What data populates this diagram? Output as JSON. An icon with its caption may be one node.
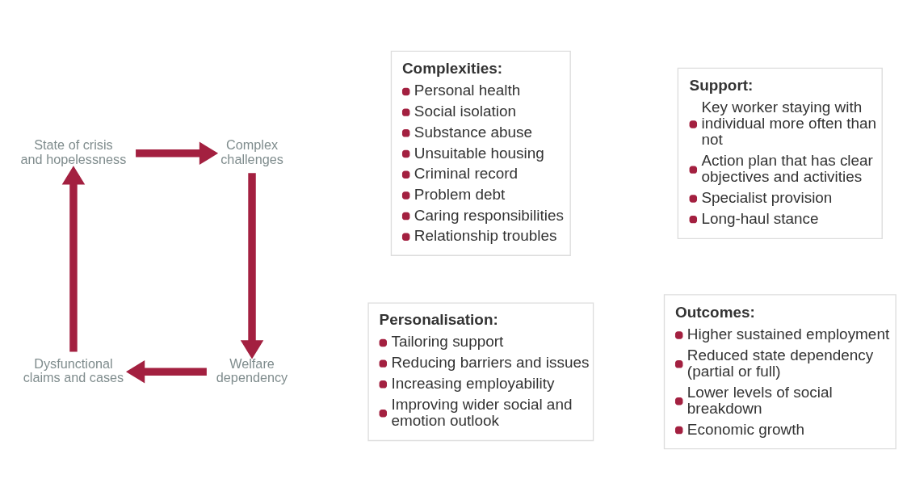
{
  "diagram": {
    "nodes": [
      {
        "text": [
          "State of crisis and hopelessness"
        ]
      },
      {
        "text": [
          "Complex challenges"
        ]
      },
      {
        "text": [
          "Complexities:",
          "Personal health",
          "Social isolation",
          "Substance abuse",
          "Unsuitable housing",
          "Criminal record",
          "Problem debt",
          "Caring responsibilities",
          "Relationship troubles"
        ]
      },
      {
        "text": [
          "Support:",
          "Key worker staying with individual more often than not",
          "Action plan that has clear objectives and activities",
          "Specialist provision",
          "Long-haul stance"
        ]
      },
      {
        "text": [
          "Dysfunctional claims and cases"
        ]
      },
      {
        "text": [
          "Welfare dependency"
        ]
      },
      {
        "text": [
          "Personalisation:",
          "Tailoring support",
          "Reducing barriers and issues",
          "Increasing employability",
          "Improving wider social and emotion outlook"
        ]
      },
      {
        "text": [
          "Outcomes:",
          "Higher sustained employment",
          "Reduced state dependency (partial or full)",
          "Lower levels of social breakdown",
          "Economic growth"
        ]
      }
    ],
    "edges": [
      {
        "from": 0,
        "to": 1,
        "arrow": "to"
      },
      {
        "from": 1,
        "to": 5,
        "arrow": "to"
      },
      {
        "from": 5,
        "to": 4,
        "arrow": "to"
      },
      {
        "from": 4,
        "to": 0,
        "arrow": "to"
      }
    ]
  }
}
